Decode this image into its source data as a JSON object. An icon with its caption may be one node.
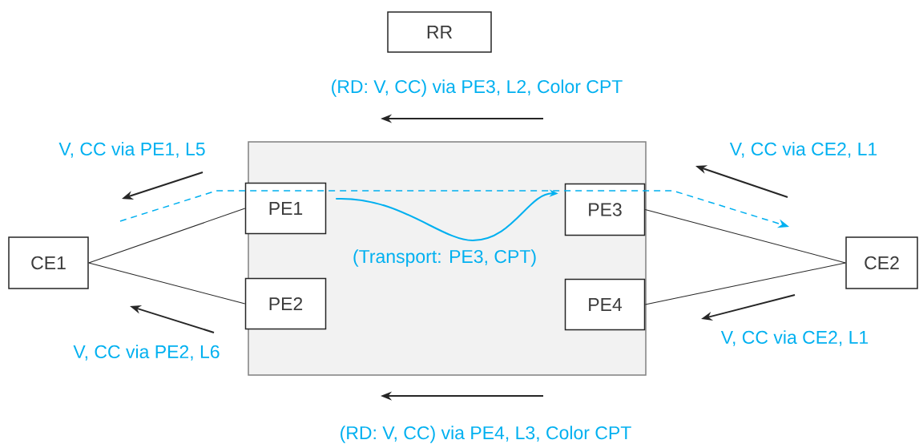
{
  "diagram": {
    "nodes": [
      {
        "text": [
          "RR"
        ]
      },
      {
        "text": [],
        "shape": "box"
      },
      {
        "text": [
          "PE1"
        ],
        "in": 1
      },
      {
        "text": [
          "PE2"
        ],
        "in": 1
      },
      {
        "text": [
          "PE3"
        ],
        "in": 1
      },
      {
        "text": [
          "PE4"
        ],
        "in": 1
      },
      {
        "text": [
          "CE1"
        ]
      },
      {
        "text": [
          "CE2"
        ]
      }
    ],
    "edges": [
      {
        "from": 6,
        "to": 2,
        "arrow": "none"
      },
      {
        "from": 6,
        "to": 3,
        "arrow": "none"
      },
      {
        "from": 4,
        "to": 7,
        "arrow": "none"
      },
      {
        "from": 5,
        "to": 7,
        "arrow": "none"
      },
      {
        "from": 2,
        "to": 4,
        "arrow": "to",
        "label": "(Transport: PE3, CPT)",
        "color": "#00b0f0"
      }
    ],
    "labels": [
      "(RD: V, CC) via PE3, L2, Color CPT",
      "V, CC via PE1, L5",
      "V, CC via CE2, L1",
      "V, CC via PE2, L6",
      "V, CC via CE2, L1",
      "(RD: V, CC) via PE4, L3, Color CPT"
    ]
  }
}
